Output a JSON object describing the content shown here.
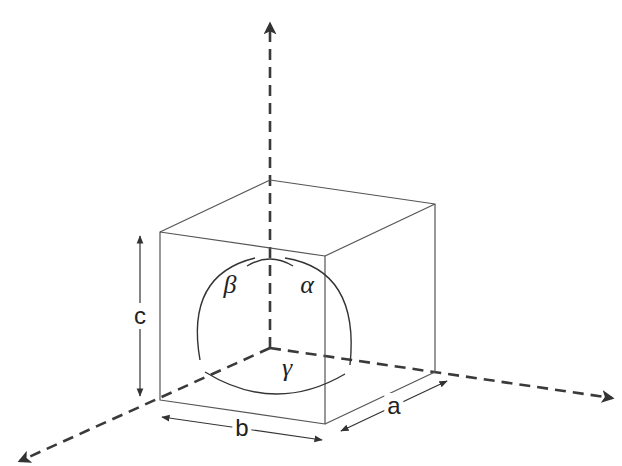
{
  "diagram": {
    "labels": [
      "β",
      "α",
      "c",
      "γ",
      "b",
      "a"
    ]
  }
}
